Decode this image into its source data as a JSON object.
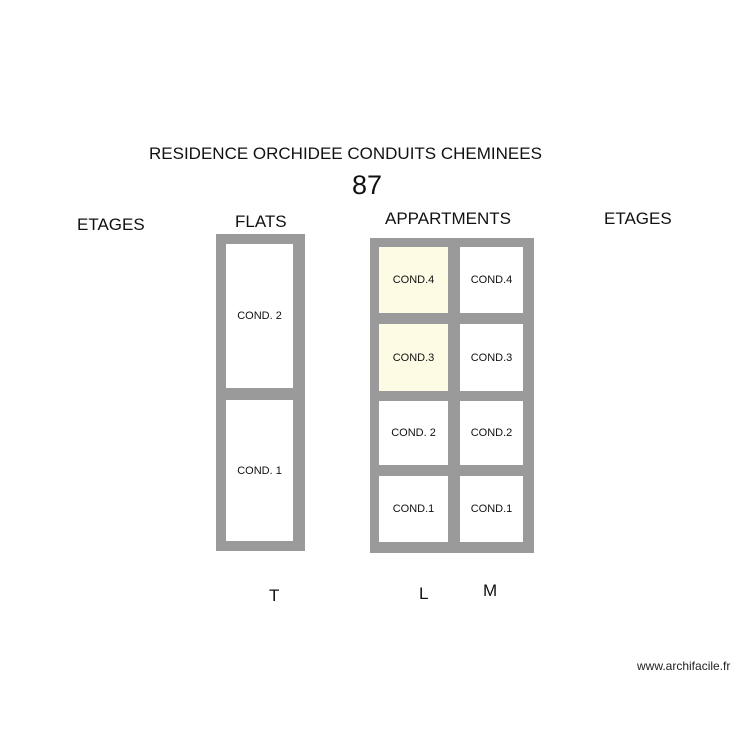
{
  "title": "RESIDENCE ORCHIDEE CONDUITS CHEMINEES",
  "number": "87",
  "headers": {
    "etages_left": "ETAGES",
    "flats": "FLATS",
    "appartments": "APPARTMENTS",
    "etages_right": "ETAGES"
  },
  "flats_column": {
    "cells": [
      "COND. 2",
      "COND. 1"
    ],
    "column_label": "T"
  },
  "appartments_columns": {
    "left": {
      "cells": [
        "COND.4",
        "COND.3",
        "COND. 2",
        "COND.1"
      ],
      "column_label": "L"
    },
    "right": {
      "cells": [
        "COND.4",
        "COND.3",
        "COND.2",
        "COND.1"
      ],
      "column_label": "M"
    }
  },
  "colors": {
    "frame": "#9a9a9a",
    "highlight": "#fdfbe4"
  },
  "credit": "www.archifacile.fr"
}
